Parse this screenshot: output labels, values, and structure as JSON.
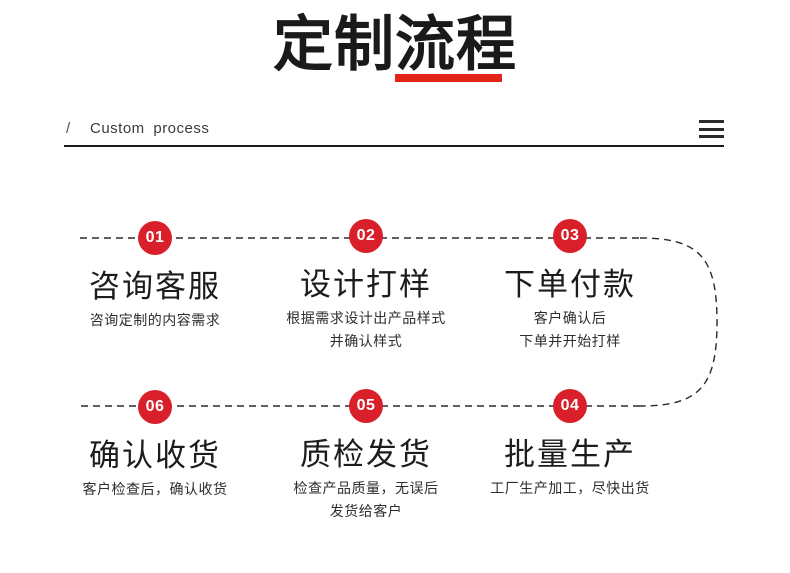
{
  "header": {
    "title": "定制流程",
    "underline_color": "#e2231a",
    "slash": "/",
    "subtitle": "Custom  process",
    "menu_icon": "hamburger-menu-icon"
  },
  "flow": {
    "line_style": "dashed",
    "line_color": "#2b2b2b",
    "badge_color": "#d9202a",
    "badge_text_color": "#ffffff",
    "steps": [
      {
        "number": "01",
        "title": "咨询客服",
        "desc": [
          "咨询定制的内容需求"
        ]
      },
      {
        "number": "02",
        "title": "设计打样",
        "desc": [
          "根据需求设计出产品样式",
          "并确认样式"
        ]
      },
      {
        "number": "03",
        "title": "下单付款",
        "desc": [
          "客户确认后",
          "下单并开始打样"
        ]
      },
      {
        "number": "04",
        "title": "批量生产",
        "desc": [
          "工厂生产加工，尽快出货"
        ]
      },
      {
        "number": "05",
        "title": "质检发货",
        "desc": [
          "检查产品质量，无误后",
          "发货给客户"
        ]
      },
      {
        "number": "06",
        "title": "确认收货",
        "desc": [
          "客户检查后，确认收货"
        ]
      }
    ]
  }
}
